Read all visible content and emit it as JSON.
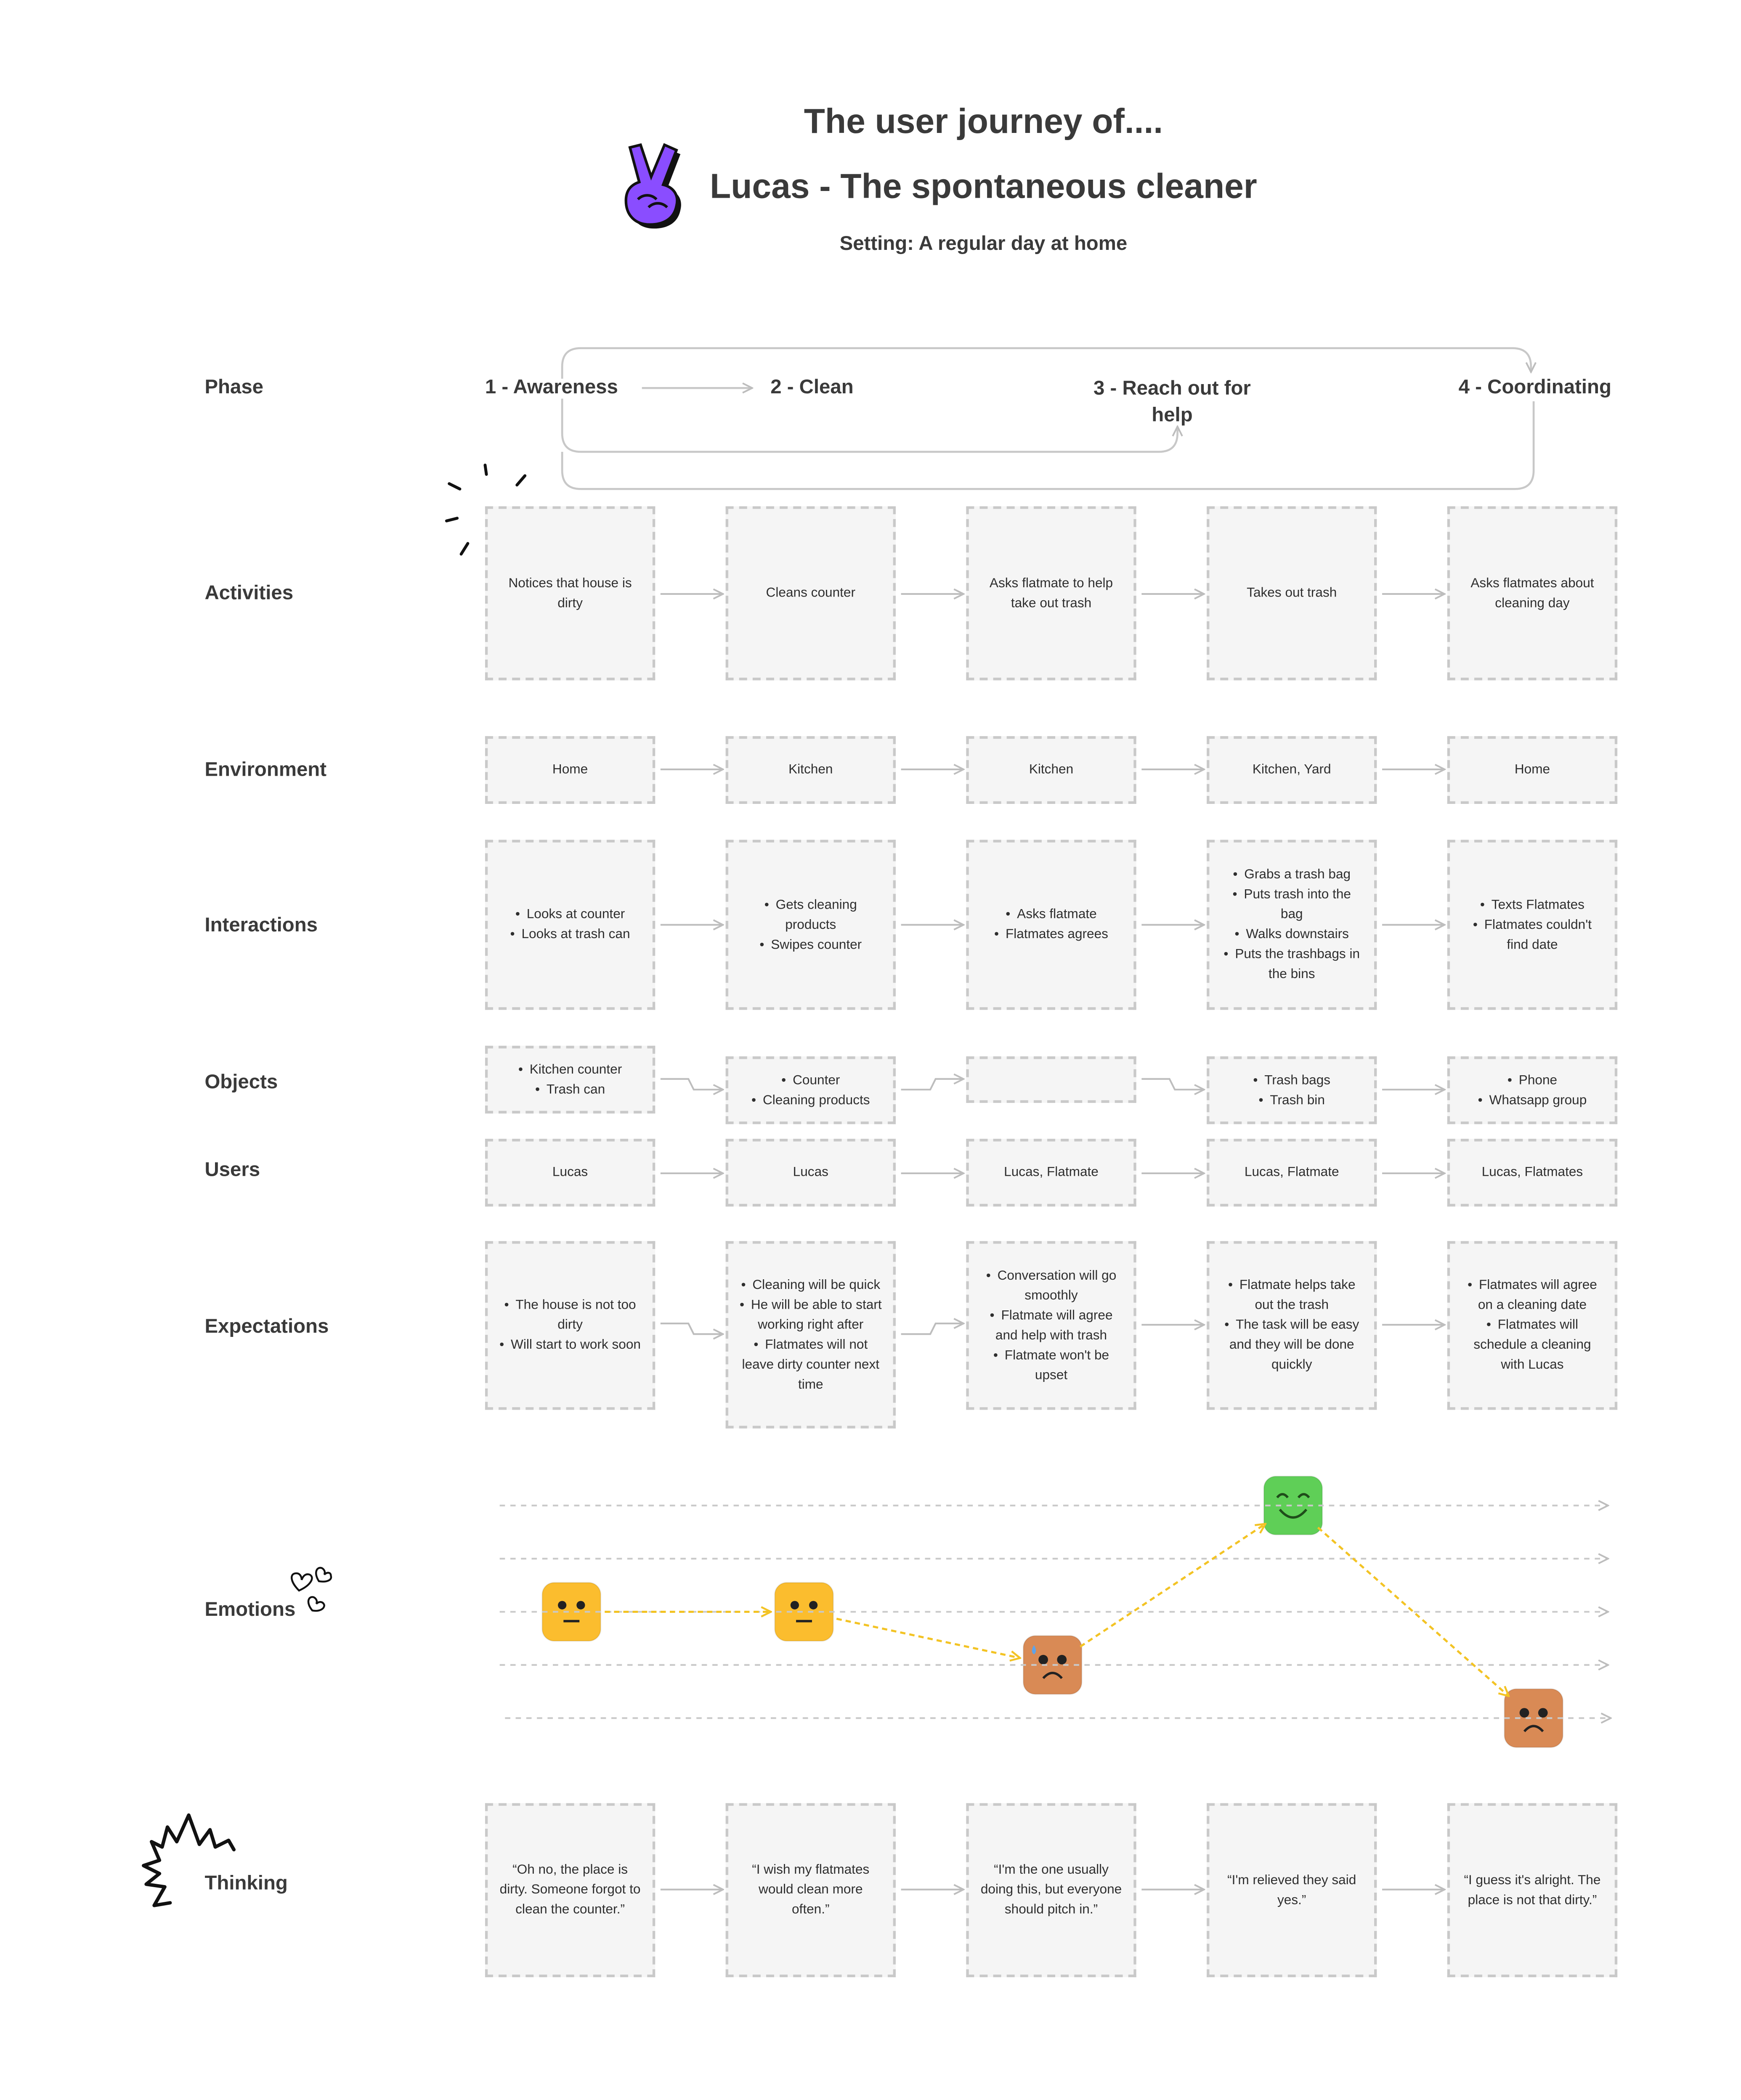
{
  "header": {
    "title": "The user journey of....",
    "persona": "Lucas - The spontaneous cleaner",
    "setting": "Setting: A regular day at home",
    "logo_icon": "victory-hand-icon",
    "logo_color": "#8a4dff"
  },
  "rows": {
    "phase": "Phase",
    "activities": "Activities",
    "environment": "Environment",
    "interactions": "Interactions",
    "objects": "Objects",
    "users": "Users",
    "expectations": "Expectations",
    "emotions": "Emotions",
    "thinking": "Thinking"
  },
  "phases": [
    "1 - Awareness",
    "2 - Clean",
    "3 - Reach out for help",
    "4 - Coordinating"
  ],
  "activities": [
    "Notices that house is dirty",
    "Cleans counter",
    "Asks flatmate to help take out trash",
    "Takes out trash",
    "Asks flatmates about cleaning day"
  ],
  "environment": [
    "Home",
    "Kitchen",
    "Kitchen",
    "Kitchen, Yard",
    "Home"
  ],
  "interactions": [
    [
      "Looks at counter",
      "Looks at trash can"
    ],
    [
      "Gets cleaning products",
      "Swipes counter"
    ],
    [
      "Asks flatmate",
      "Flatmates agrees"
    ],
    [
      "Grabs a trash bag",
      "Puts trash into the bag",
      "Walks downstairs",
      "Puts the trashbags in the bins"
    ],
    [
      "Texts Flatmates",
      "Flatmates couldn't find date"
    ]
  ],
  "objects": [
    [
      "Kitchen counter",
      "Trash can"
    ],
    [
      "Counter",
      "Cleaning products"
    ],
    [],
    [
      "Trash bags",
      "Trash bin"
    ],
    [
      "Phone",
      "Whatsapp group"
    ]
  ],
  "users": [
    "Lucas",
    "Lucas",
    "Lucas, Flatmate",
    "Lucas, Flatmate",
    "Lucas, Flatmates"
  ],
  "expectations": [
    [
      "The house is not too dirty",
      "Will start to work soon"
    ],
    [
      "Cleaning will be quick",
      "He will be able to start working right after",
      "Flatmates will not leave dirty counter next time"
    ],
    [
      "Conversation will go smoothly",
      "Flatmate will agree and help with trash",
      "Flatmate won't be upset"
    ],
    [
      "Flatmate helps take out the trash",
      "The task will be easy and they will be done quickly"
    ],
    [
      "Flatmates will agree on a cleaning date",
      "Flatmates will schedule a cleaning with Lucas"
    ]
  ],
  "emotions": {
    "scale_levels": 5,
    "levels": [
      3,
      3,
      2,
      5,
      1
    ],
    "faces": [
      "neutral-face-icon",
      "neutral-face-icon",
      "worried-sweat-face-icon",
      "smiling-face-icon",
      "sad-face-icon"
    ],
    "colors": [
      "#fbbd2e",
      "#fbbd2e",
      "#d98a55",
      "#5fcf57",
      "#d98a55"
    ],
    "path_color": "#f3c324"
  },
  "thinking": [
    "“Oh no, the place is dirty. Someone forgot to clean the counter.”",
    "“I wish my flatmates would clean more often.”",
    "“I'm the one usually doing this, but everyone should pitch in.”",
    "“I'm relieved they said yes.”",
    "“I guess it's alright. The place is not that dirty.”"
  ],
  "decorations": [
    "sparkle-lines-icon",
    "hearts-doodle-icon",
    "spiky-scribble-icon"
  ]
}
